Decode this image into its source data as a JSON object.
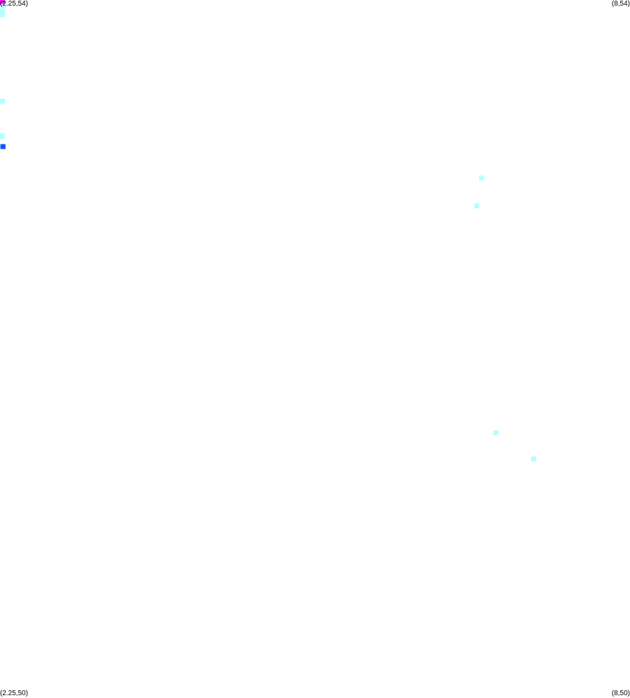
{
  "corners": {
    "top_left": "(2.25,54)",
    "top_right": "(8,54)",
    "bottom_left": "(2.25,50)",
    "bottom_right": "(8,50)"
  },
  "colors": {
    "background": "#ffffff",
    "cell_light": "#b3ffff",
    "cell_medium": "#66e6ff",
    "cell_dark": "#1f4cff",
    "cell_accent": "#ff00ff",
    "label_text": "#000000"
  },
  "chart_data": {
    "type": "heatmap",
    "xlim": [
      2.25,
      8
    ],
    "ylim": [
      50,
      54
    ],
    "cells": [
      {
        "x": 2.262,
        "y": 53.985,
        "level": "accent"
      },
      {
        "x": 2.278,
        "y": 53.965,
        "level": "light"
      },
      {
        "x": 2.262,
        "y": 53.935,
        "level": "light"
      },
      {
        "x": 2.259,
        "y": 53.915,
        "level": "light"
      },
      {
        "x": 2.265,
        "y": 53.42,
        "level": "light"
      },
      {
        "x": 2.259,
        "y": 53.22,
        "level": "medium"
      },
      {
        "x": 2.271,
        "y": 53.22,
        "level": "light"
      },
      {
        "x": 2.259,
        "y": 53.16,
        "level": "medium"
      },
      {
        "x": 2.278,
        "y": 53.16,
        "level": "dark"
      },
      {
        "x": 6.646,
        "y": 52.98,
        "level": "light"
      },
      {
        "x": 6.602,
        "y": 52.82,
        "level": "light"
      },
      {
        "x": 6.776,
        "y": 51.52,
        "level": "light"
      },
      {
        "x": 7.12,
        "y": 51.37,
        "level": "light"
      }
    ]
  }
}
